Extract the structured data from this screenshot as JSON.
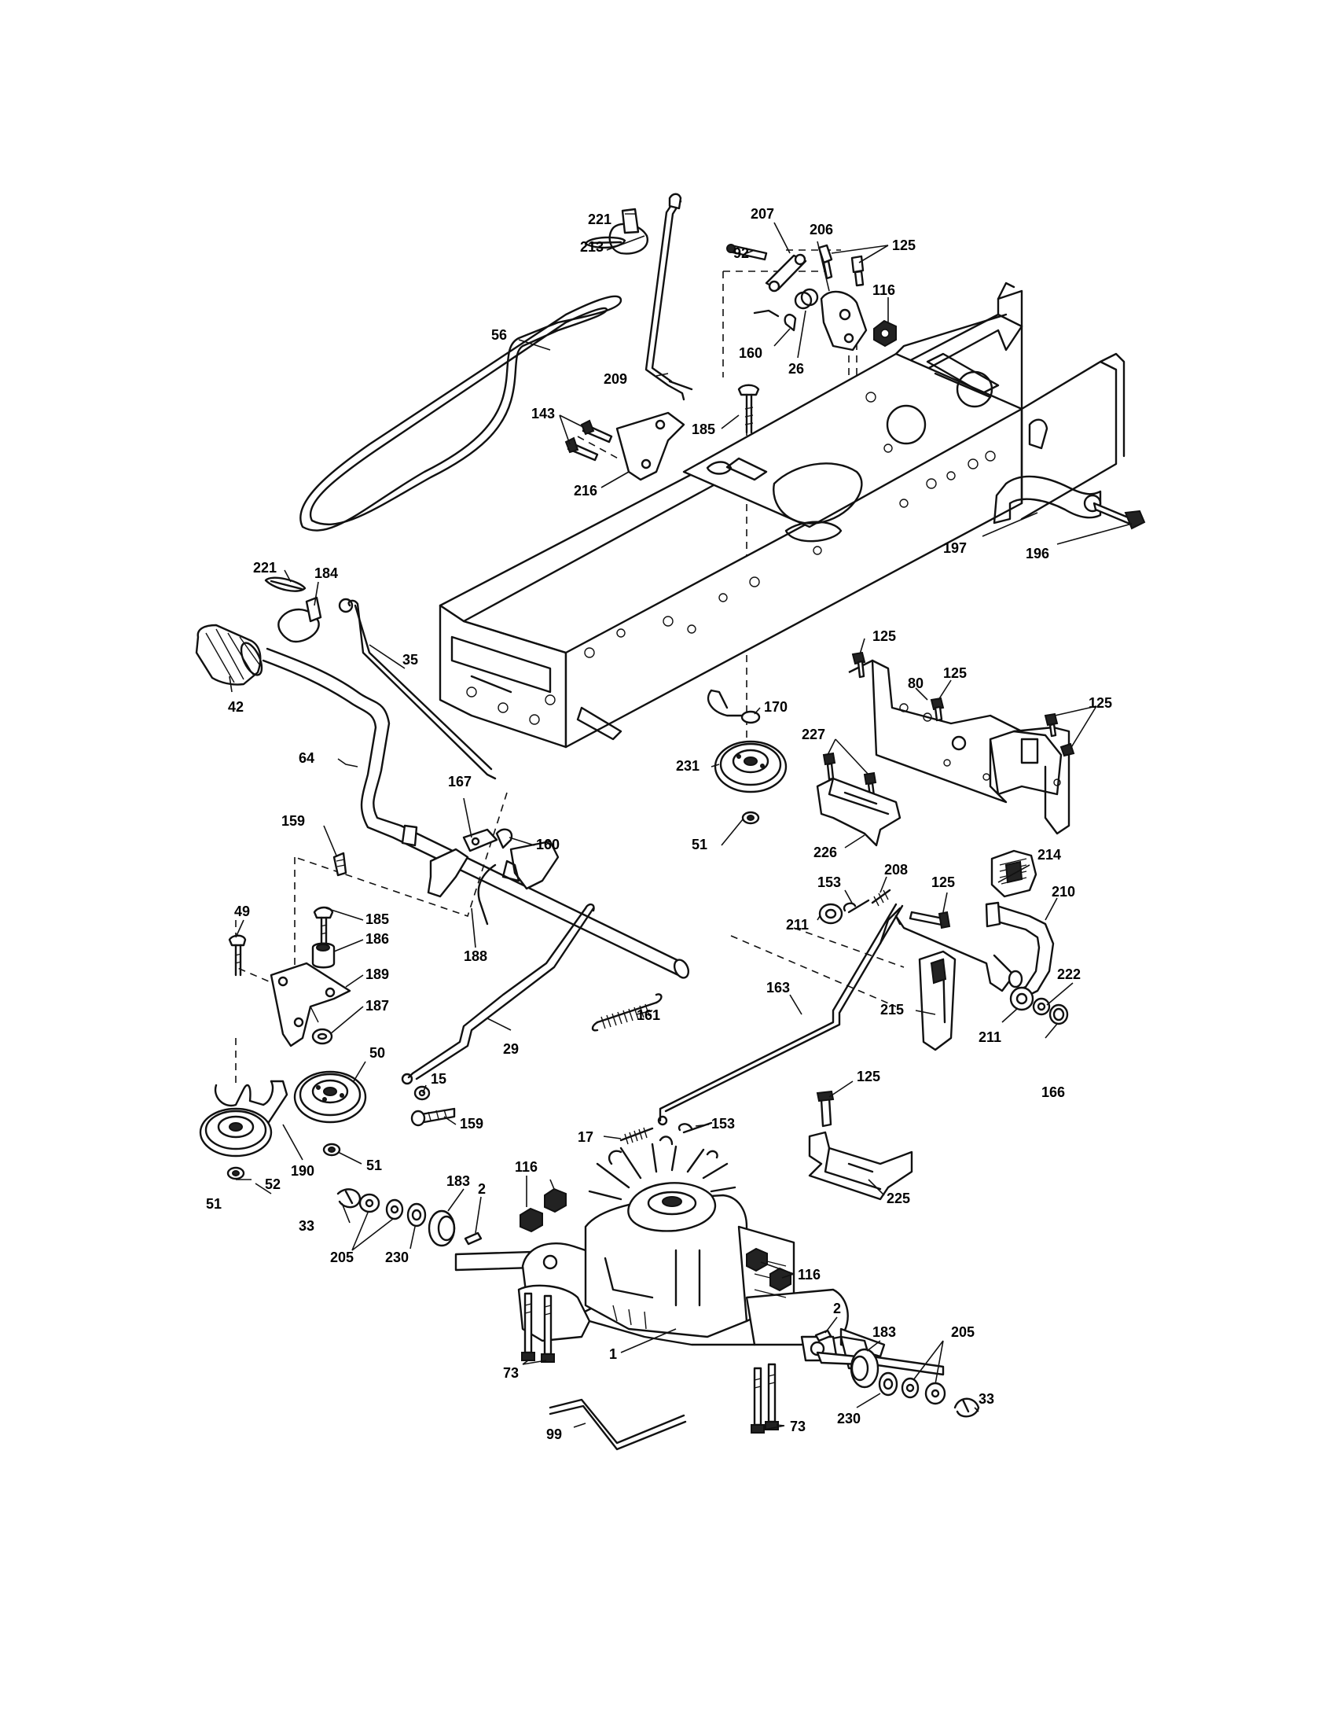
{
  "diagram": {
    "callouts": [
      {
        "id": "c221a",
        "text": "221"
      },
      {
        "id": "c213",
        "text": "213"
      },
      {
        "id": "c207",
        "text": "207"
      },
      {
        "id": "c206",
        "text": "206"
      },
      {
        "id": "c125a",
        "text": "125"
      },
      {
        "id": "c92",
        "text": "92"
      },
      {
        "id": "c116a",
        "text": "116"
      },
      {
        "id": "c56",
        "text": "56"
      },
      {
        "id": "c160a",
        "text": "160"
      },
      {
        "id": "c26",
        "text": "26"
      },
      {
        "id": "c209",
        "text": "209"
      },
      {
        "id": "c143",
        "text": "143"
      },
      {
        "id": "c185a",
        "text": "185"
      },
      {
        "id": "c216",
        "text": "216"
      },
      {
        "id": "c197",
        "text": "197"
      },
      {
        "id": "c196",
        "text": "196"
      },
      {
        "id": "c221b",
        "text": "221"
      },
      {
        "id": "c184",
        "text": "184"
      },
      {
        "id": "c35",
        "text": "35"
      },
      {
        "id": "c42",
        "text": "42"
      },
      {
        "id": "c125b",
        "text": "125"
      },
      {
        "id": "c125c",
        "text": "125"
      },
      {
        "id": "c80",
        "text": "80"
      },
      {
        "id": "c125d",
        "text": "125"
      },
      {
        "id": "c170",
        "text": "170"
      },
      {
        "id": "c227",
        "text": "227"
      },
      {
        "id": "c231",
        "text": "231"
      },
      {
        "id": "c64",
        "text": "64"
      },
      {
        "id": "c167",
        "text": "167"
      },
      {
        "id": "c51a",
        "text": "51"
      },
      {
        "id": "c226",
        "text": "226"
      },
      {
        "id": "c159a",
        "text": "159"
      },
      {
        "id": "c160b",
        "text": "160"
      },
      {
        "id": "c214",
        "text": "214"
      },
      {
        "id": "c153a",
        "text": "153"
      },
      {
        "id": "c208",
        "text": "208"
      },
      {
        "id": "c125e",
        "text": "125"
      },
      {
        "id": "c49",
        "text": "49"
      },
      {
        "id": "c185b",
        "text": "185"
      },
      {
        "id": "c210",
        "text": "210"
      },
      {
        "id": "c186",
        "text": "186"
      },
      {
        "id": "c211a",
        "text": "211"
      },
      {
        "id": "c188",
        "text": "188"
      },
      {
        "id": "c189",
        "text": "189"
      },
      {
        "id": "c222",
        "text": "222"
      },
      {
        "id": "c187",
        "text": "187"
      },
      {
        "id": "c163",
        "text": "163"
      },
      {
        "id": "c161",
        "text": "161"
      },
      {
        "id": "c215",
        "text": "215"
      },
      {
        "id": "c211b",
        "text": "211"
      },
      {
        "id": "c50",
        "text": "50"
      },
      {
        "id": "c29",
        "text": "29"
      },
      {
        "id": "c166",
        "text": "166"
      },
      {
        "id": "c125f",
        "text": "125"
      },
      {
        "id": "c15",
        "text": "15"
      },
      {
        "id": "c159b",
        "text": "159"
      },
      {
        "id": "c17",
        "text": "17"
      },
      {
        "id": "c153b",
        "text": "153"
      },
      {
        "id": "c190",
        "text": "190"
      },
      {
        "id": "c183a",
        "text": "183"
      },
      {
        "id": "c51b",
        "text": "51"
      },
      {
        "id": "c225",
        "text": "225"
      },
      {
        "id": "c116b",
        "text": "116"
      },
      {
        "id": "c2a",
        "text": "2"
      },
      {
        "id": "c52",
        "text": "52"
      },
      {
        "id": "c51c",
        "text": "51"
      },
      {
        "id": "c33a",
        "text": "33"
      },
      {
        "id": "c205a",
        "text": "205"
      },
      {
        "id": "c230a",
        "text": "230"
      },
      {
        "id": "c116c",
        "text": "116"
      },
      {
        "id": "c2b",
        "text": "2"
      },
      {
        "id": "c183b",
        "text": "183"
      },
      {
        "id": "c205b",
        "text": "205"
      },
      {
        "id": "c1",
        "text": "1"
      },
      {
        "id": "c73a",
        "text": "73"
      },
      {
        "id": "c33b",
        "text": "33"
      },
      {
        "id": "c99",
        "text": "99"
      },
      {
        "id": "c73b",
        "text": "73"
      },
      {
        "id": "c230b",
        "text": "230"
      }
    ]
  }
}
